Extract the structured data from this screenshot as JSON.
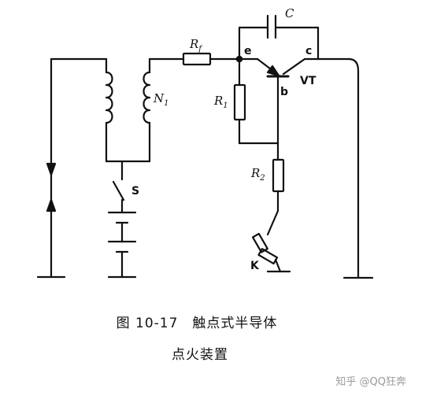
{
  "labels": {
    "capacitor": "C",
    "resistor_f": "R",
    "resistor_f_sub": "f",
    "resistor_1": "R",
    "resistor_1_sub": "1",
    "resistor_2": "R",
    "resistor_2_sub": "2",
    "coil": "N",
    "coil_sub": "1",
    "emitter": "e",
    "collector": "c",
    "base": "b",
    "transistor": "VT",
    "switch": "S",
    "contact": "K"
  },
  "caption": {
    "line1": "图 10-17　触点式半导体",
    "line2": "点火装置"
  },
  "watermark": "知乎 @QQ狂奔"
}
